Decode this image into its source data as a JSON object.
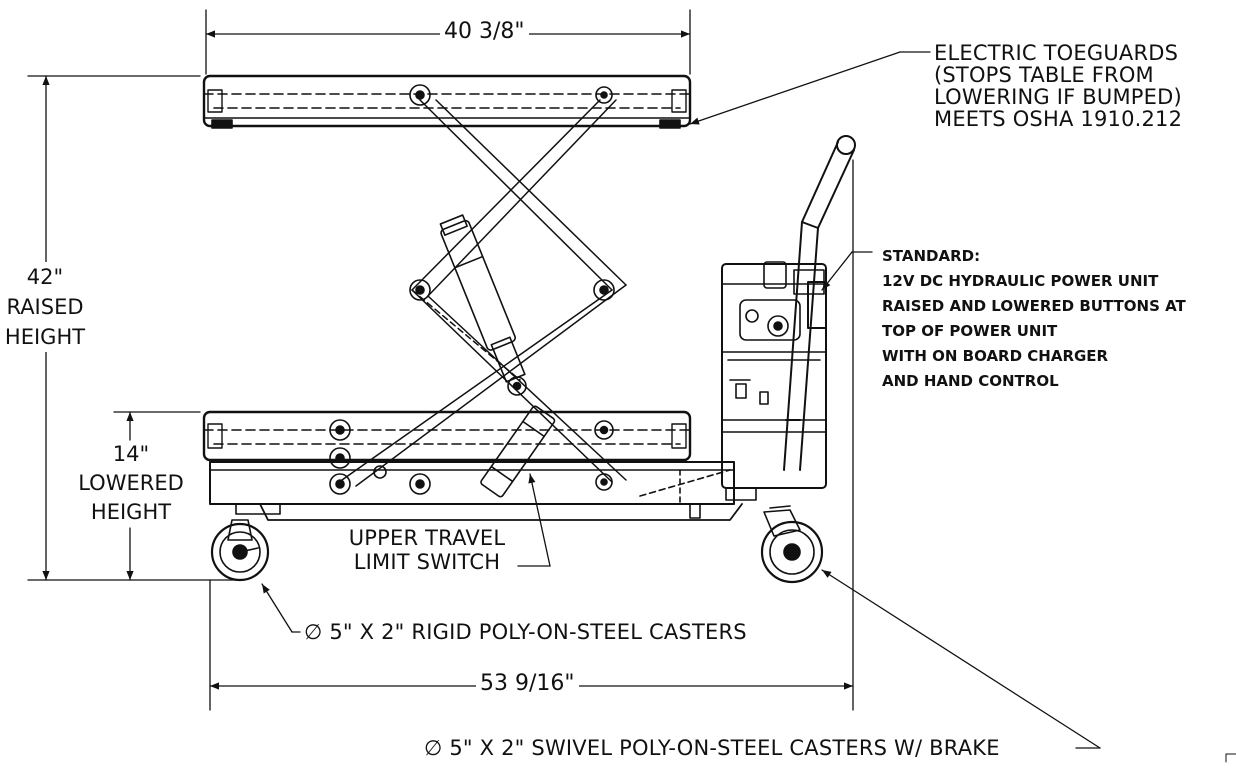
{
  "dimensions": {
    "top_width": "40 3/8\"",
    "base_length": "53 9/16\"",
    "raised_value": "42\"",
    "raised_word1": "RAISED",
    "raised_word2": "HEIGHT",
    "lowered_value": "14\"",
    "lowered_word1": "LOWERED",
    "lowered_word2": "HEIGHT"
  },
  "callouts": {
    "toeguard": [
      "ELECTRIC TOEGUARDS",
      "(STOPS TABLE FROM",
      "LOWERING IF BUMPED)",
      "MEETS OSHA 1910.212"
    ],
    "limit_switch": [
      "UPPER TRAVEL",
      "LIMIT SWITCH"
    ],
    "rigid_casters": "∅ 5\" X 2\" RIGID POLY-ON-STEEL CASTERS",
    "swivel_casters": "∅ 5\" X 2\" SWIVEL POLY-ON-STEEL CASTERS W/ BRAKE"
  },
  "standard": {
    "heading": "STANDARD:",
    "items": [
      "12V DC HYDRAULIC POWER UNIT",
      "RAISED AND LOWERED BUTTONS AT",
      "TOP OF POWER UNIT",
      "WITH ON BOARD CHARGER",
      "AND HAND CONTROL"
    ]
  }
}
